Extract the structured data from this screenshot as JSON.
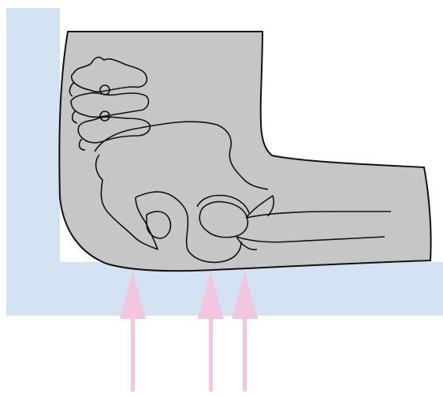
{
  "colors": {
    "surface": "#d3e3f4",
    "body_fill": "#c6c6c6",
    "outline": "#111111",
    "arrow": "#f2c6df",
    "background": "#ffffff"
  },
  "figure": {
    "pressure_arrow_count": 3,
    "icons": [
      "surface-support",
      "pelvis-side-view",
      "pressure-arrow"
    ]
  }
}
